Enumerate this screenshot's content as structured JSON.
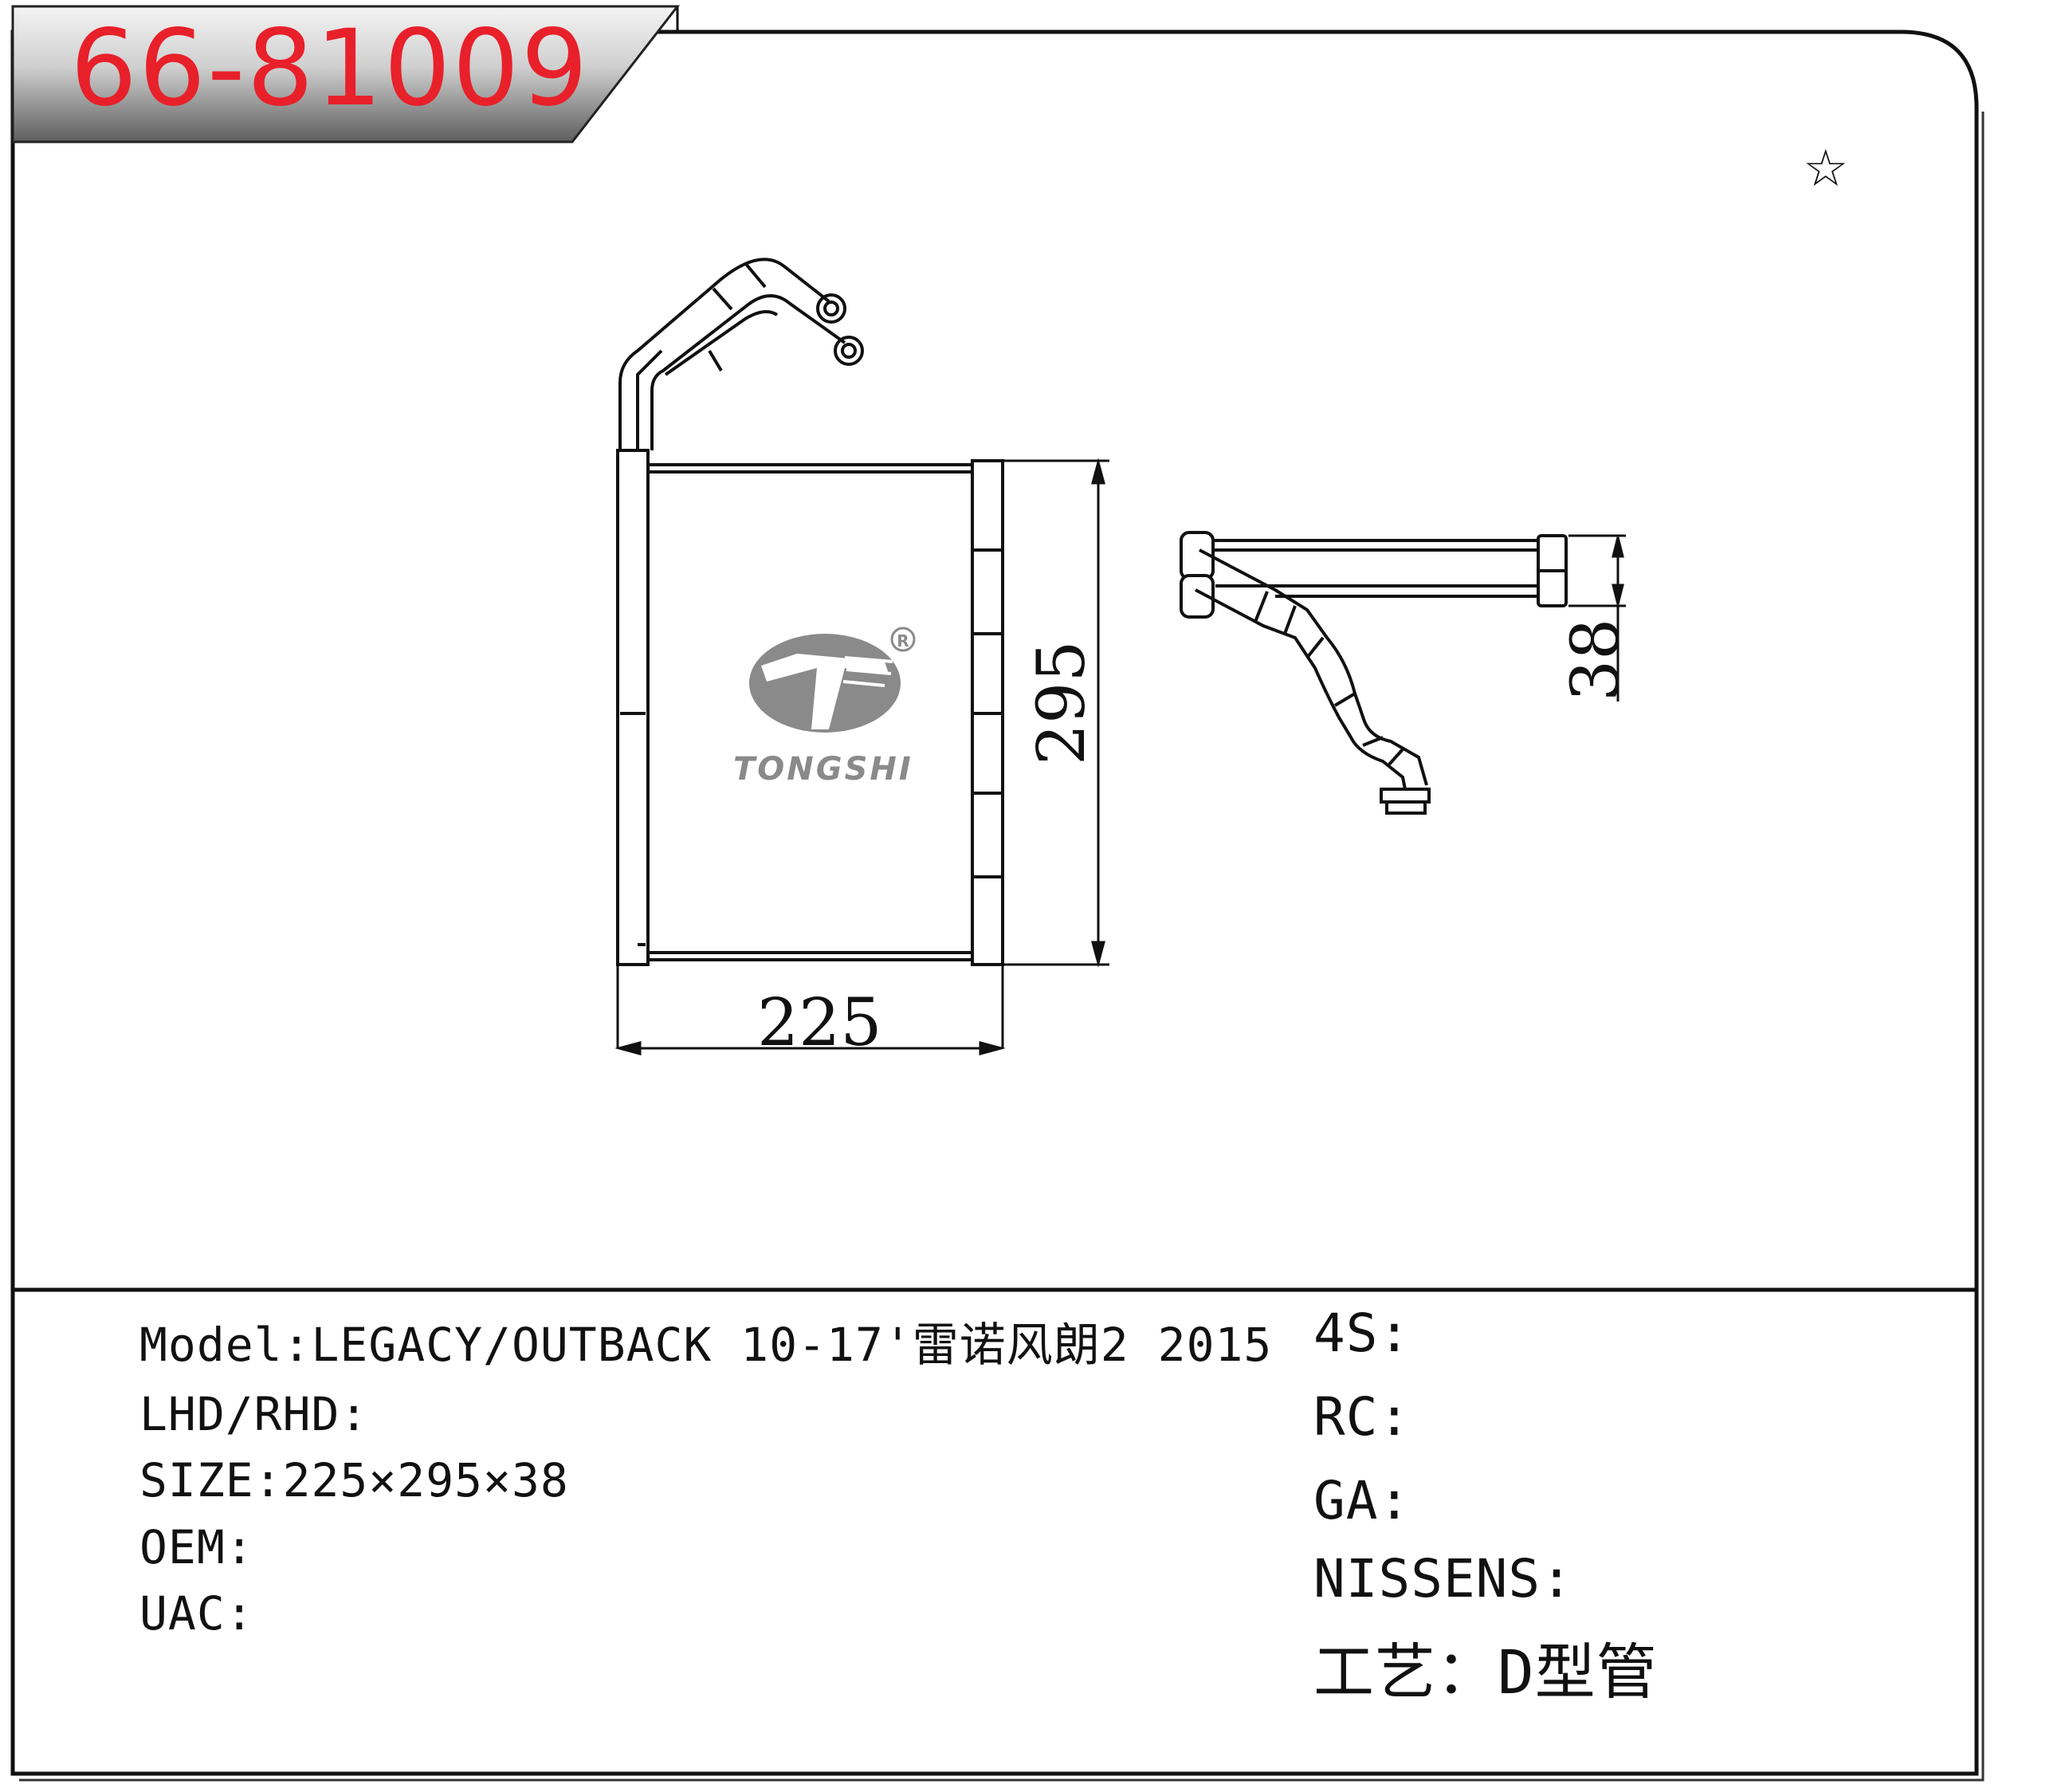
{
  "header": {
    "part_number": "66-81009",
    "star": "☆"
  },
  "drawing": {
    "brand_logo": "TONGSHI",
    "registered_mark": "R",
    "dimensions": {
      "width": "225",
      "height": "295",
      "thickness": "38"
    }
  },
  "specs_left": [
    {
      "key": "model",
      "text": "Model:LEGACY/OUTBACK 10-17'雷诺风朗2 2015"
    },
    {
      "key": "drive",
      "text": "LHD/RHD:"
    },
    {
      "key": "size",
      "text": "SIZE:225×295×38"
    },
    {
      "key": "oem",
      "text": "OEM:"
    },
    {
      "key": "uac",
      "text": "UAC:"
    }
  ],
  "specs_right": [
    {
      "key": "4s",
      "text": "4S:"
    },
    {
      "key": "rc",
      "text": "RC:"
    },
    {
      "key": "ga",
      "text": "GA:"
    },
    {
      "key": "nissens",
      "text": "NISSENS:"
    },
    {
      "key": "process",
      "text": "工艺：D型管"
    }
  ],
  "colors": {
    "part_number": "#e8202a",
    "logo_gray": "#8a8a8a",
    "frame": "#111111"
  }
}
